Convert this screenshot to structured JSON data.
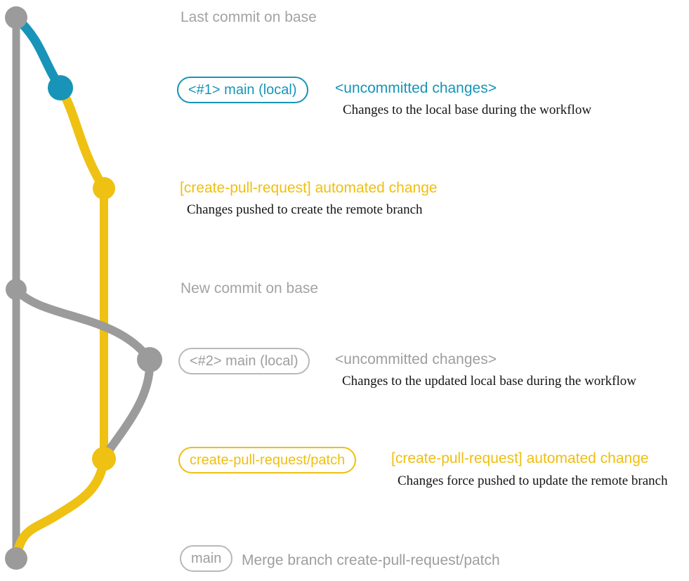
{
  "colors": {
    "blue": "#1794b8",
    "yellow": "#eec113",
    "yellow_text": "#efbf10",
    "gray_line": "#9b9b9b",
    "gray_heading": "#a3a3a3",
    "gray_label": "#9e9e9e",
    "gray_border": "#b9b9b9",
    "desc": "#141414"
  },
  "graph": {
    "commits": [
      "last-commit-on-base",
      "local-main-1",
      "create-pull-request-automated-change-1",
      "new-commit-on-base",
      "local-main-2",
      "create-pull-request-automated-change-2",
      "merge-commit"
    ]
  },
  "annotations": {
    "last_commit": "Last commit on base",
    "new_commit": "New commit on base",
    "row1": {
      "label": "<#1> main (local)",
      "status": "<uncommitted changes>",
      "desc": "Changes to the local base during the workflow"
    },
    "row2": {
      "title": "[create-pull-request] automated change",
      "desc": "Changes pushed to create the remote branch"
    },
    "row3": {
      "label": "<#2> main (local)",
      "status": "<uncommitted changes>",
      "desc": "Changes to the updated local base during the workflow"
    },
    "row4": {
      "label": "create-pull-request/patch",
      "title": "[create-pull-request] automated change",
      "desc": "Changes force pushed to update the remote branch"
    },
    "row5": {
      "label": "main",
      "desc": "Merge branch create-pull-request/patch"
    }
  }
}
